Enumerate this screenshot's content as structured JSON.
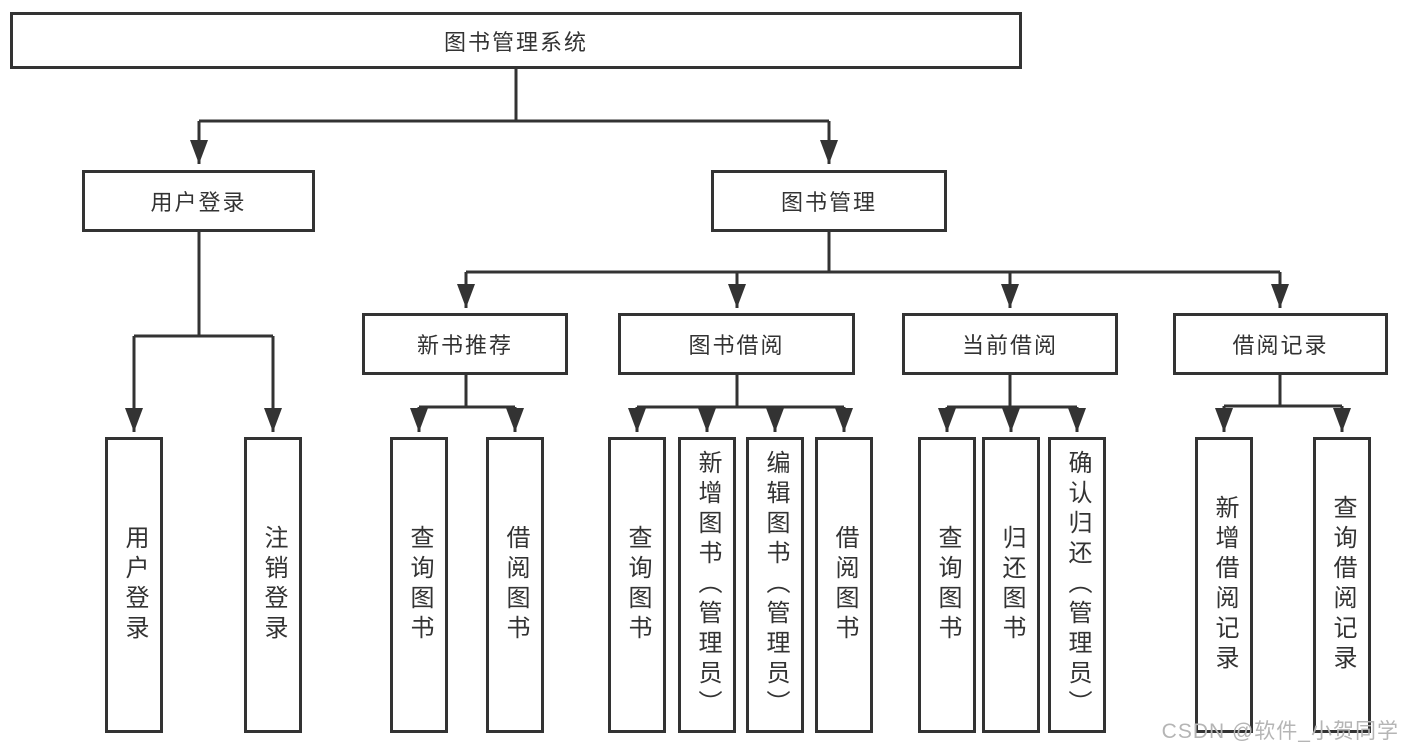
{
  "diagram_type": "hierarchy-tree",
  "colors": {
    "line": "#333333",
    "text": "#333333",
    "box_background": "#ffffff",
    "watermark": "#b5b5b5"
  },
  "tree": {
    "label": "图书管理系统",
    "children": [
      {
        "label": "用户登录",
        "children": [
          {
            "label": "用户登录"
          },
          {
            "label": "注销登录"
          }
        ]
      },
      {
        "label": "图书管理",
        "children": [
          {
            "label": "新书推荐",
            "children": [
              {
                "label": "查询图书"
              },
              {
                "label": "借阅图书"
              }
            ]
          },
          {
            "label": "图书借阅",
            "children": [
              {
                "label": "查询图书"
              },
              {
                "label": "新增图书（管理员）"
              },
              {
                "label": "编辑图书（管理员）"
              },
              {
                "label": "借阅图书"
              }
            ]
          },
          {
            "label": "当前借阅",
            "children": [
              {
                "label": "查询图书"
              },
              {
                "label": "归还图书"
              },
              {
                "label": "确认归还（管理员）"
              }
            ]
          },
          {
            "label": "借阅记录",
            "children": [
              {
                "label": "新增借阅记录"
              },
              {
                "label": "查询借阅记录"
              }
            ]
          }
        ]
      }
    ]
  },
  "watermark": "CSDN @软件_小贺同学"
}
